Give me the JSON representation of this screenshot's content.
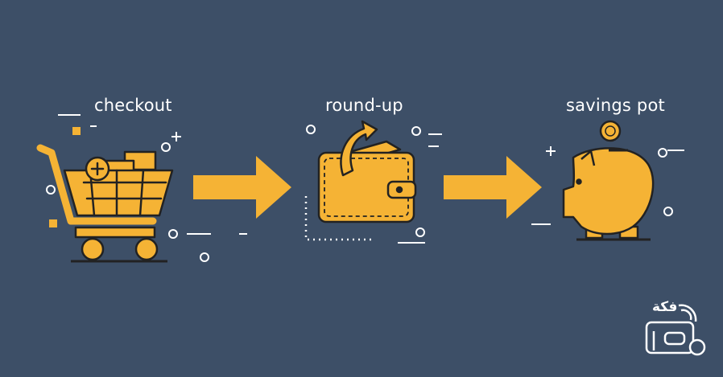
{
  "steps": [
    {
      "label": "checkout",
      "icon": "shopping-cart-icon"
    },
    {
      "label": "round-up",
      "icon": "wallet-icon"
    },
    {
      "label": "savings pot",
      "icon": "piggy-bank-icon"
    }
  ],
  "logo": {
    "text": "فكة",
    "icon": "wallet-coin-logo-icon"
  },
  "colors": {
    "background": "#3d4f67",
    "accent": "#f5b335",
    "outline": "#222222",
    "line": "#ffffff"
  }
}
